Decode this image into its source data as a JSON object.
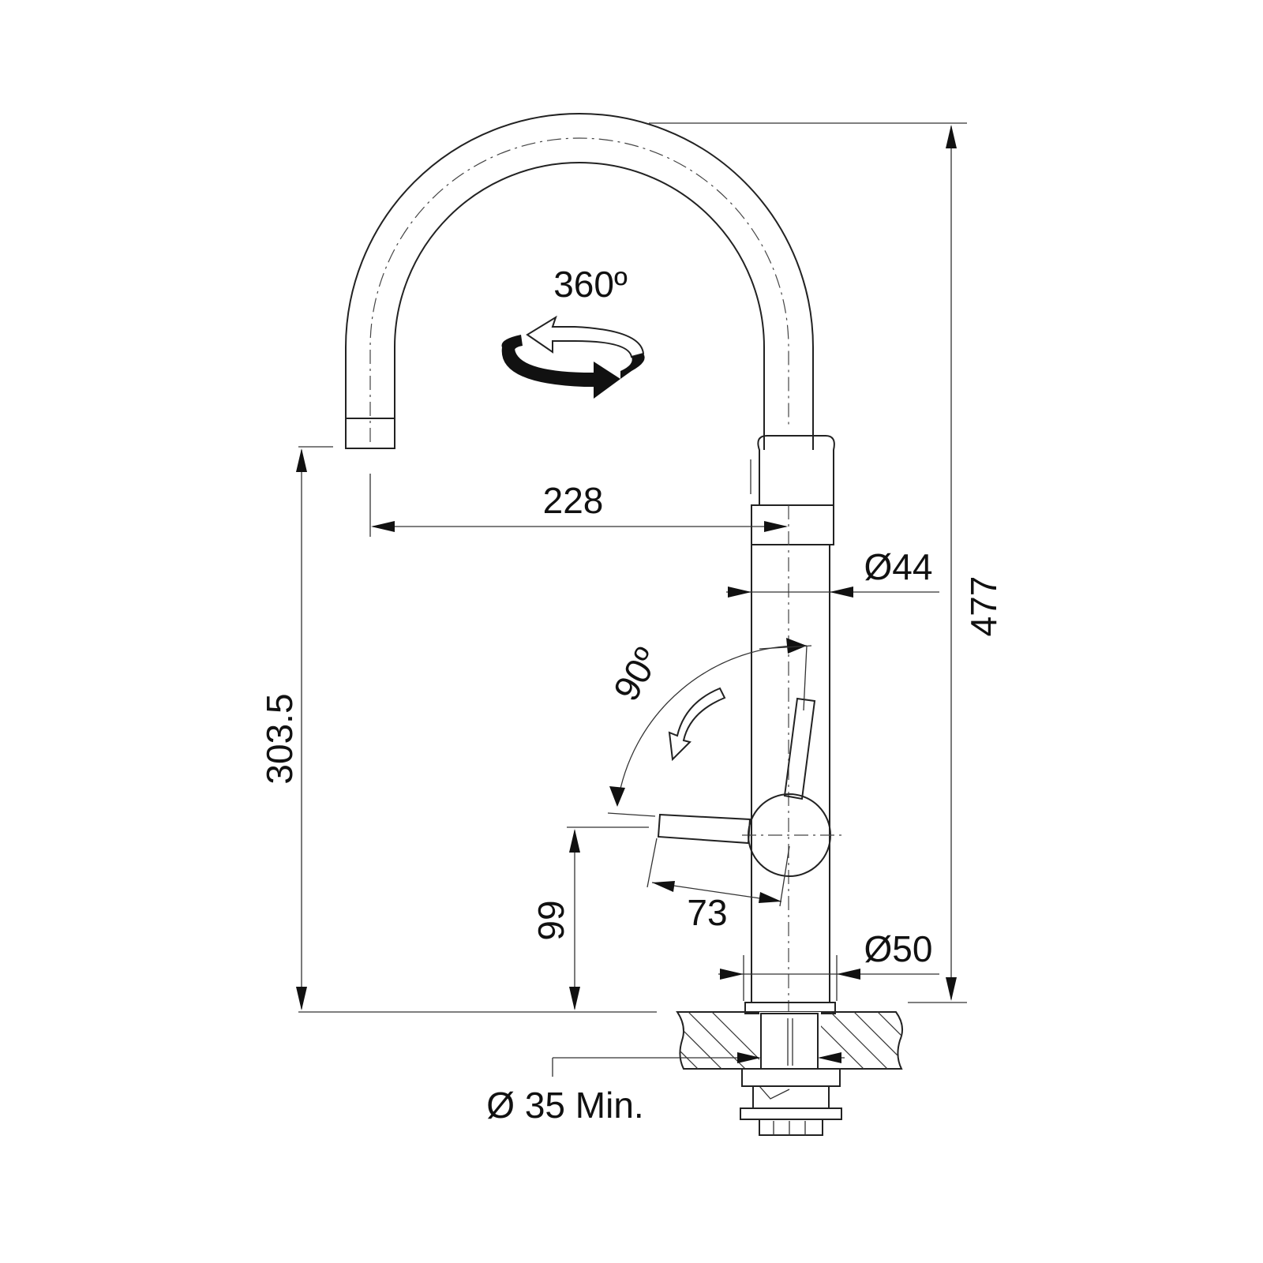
{
  "dimensions": {
    "total_height": "477",
    "spout_height": "303.5",
    "spout_reach": "228",
    "body_diameter": "Ø44",
    "base_diameter": "Ø50",
    "lever_height": "99",
    "lever_length": "73",
    "hole_diameter": "Ø 35 Min."
  },
  "angles": {
    "swivel": "360º",
    "lever": "90º"
  },
  "colors": {
    "line": "#222222",
    "background": "#ffffff",
    "rotation_arrow": "#111111"
  },
  "icons": {
    "swivel": "rotation-arrow-icon",
    "lever_motion": "curved-arrow-icon"
  }
}
